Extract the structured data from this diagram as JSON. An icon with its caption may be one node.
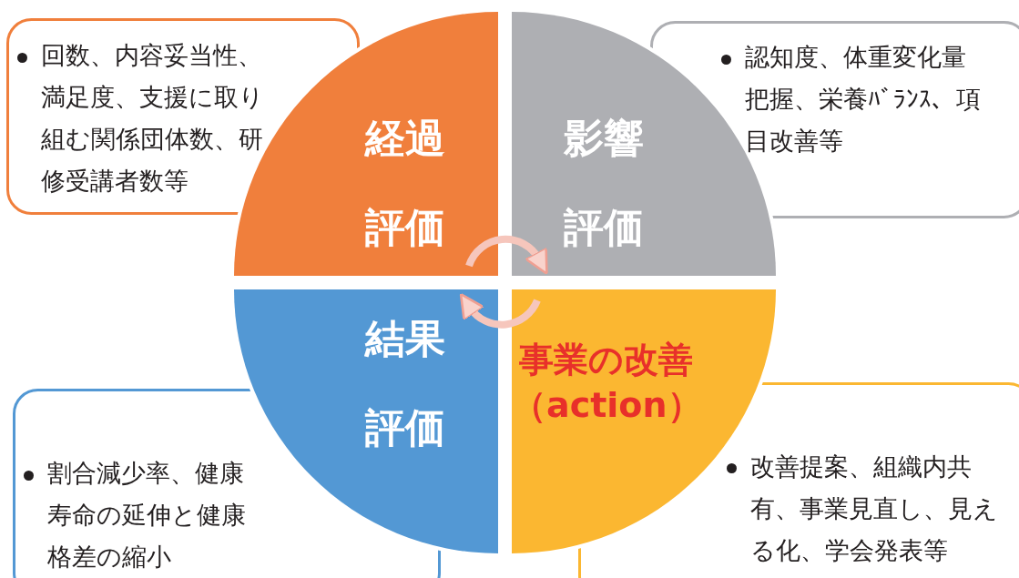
{
  "diagram": {
    "nodes": [
      {
        "text": [
          "経過評価"
        ]
      },
      {
        "text": [
          "影響評価"
        ]
      },
      {
        "text": [
          "結果評価"
        ]
      },
      {
        "text": [
          "事業の改善（action）"
        ]
      },
      {
        "text": [
          "回数、内容妥当性、満足度、支援に取り組む関係団体数、研修受講者数等"
        ]
      },
      {
        "text": [
          "認知度、体重変化量把握、栄養ﾊﾞﾗﾝｽ、項目改善等"
        ]
      },
      {
        "text": [
          "割合減少率、健康寿命の延伸と健康格差の縮小"
        ]
      },
      {
        "text": [
          "改善提案、組織内共有、事業見直し、見える化、学会発表等"
        ]
      }
    ],
    "edges": [
      {
        "from": 0,
        "to": 1,
        "arrow": "to"
      },
      {
        "from": 3,
        "to": 2,
        "arrow": "to"
      }
    ]
  }
}
